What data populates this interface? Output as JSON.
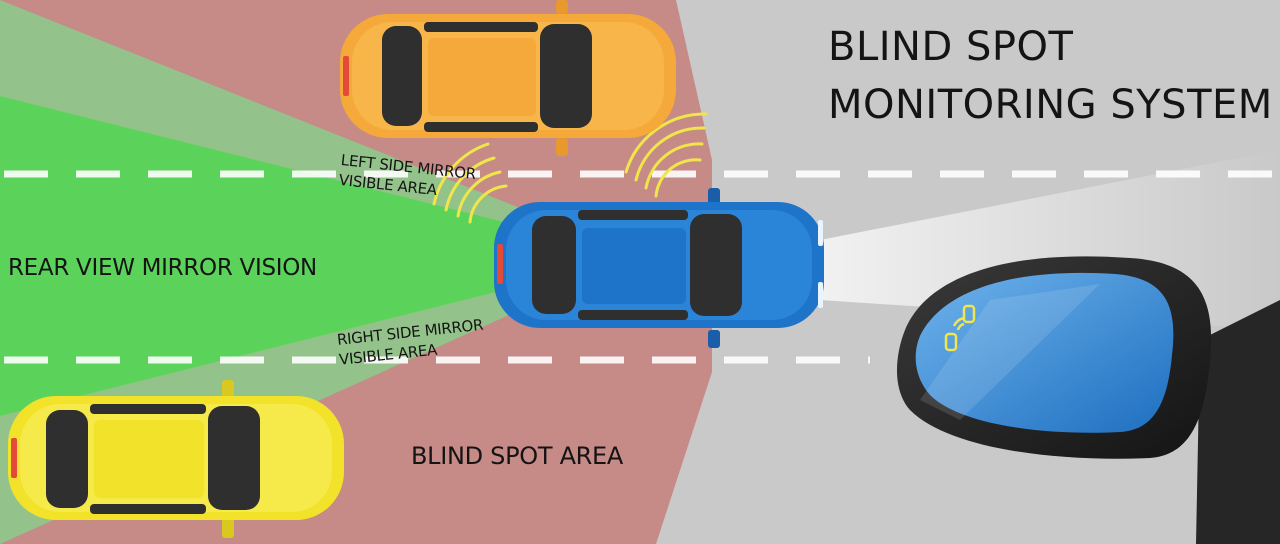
{
  "title": {
    "line1": "BLIND SPOT",
    "line2": "MONITORING SYSTEM"
  },
  "labels": {
    "rear_view": "REAR VIEW MIRROR VISION",
    "left_mirror_line1": "LEFT SIDE MIRROR",
    "left_mirror_line2": "VISIBLE AREA",
    "right_mirror_line1": "RIGHT SIDE MIRROR",
    "right_mirror_line2": "VISIBLE AREA",
    "blind_spot": "BLIND SPOT AREA"
  },
  "vehicles": [
    {
      "name": "orange-car",
      "color": "#f4a93a"
    },
    {
      "name": "blue-car",
      "color": "#1e74c8"
    },
    {
      "name": "yellow-car",
      "color": "#f2e22a"
    }
  ],
  "icons": [
    "side-mirror-icon",
    "blind-spot-warning-icon",
    "sensor-wave-icon"
  ],
  "colors": {
    "road": "#c9c9c9",
    "blind_spot_zone": "#c68a87",
    "rear_view_zone": "#5bd35b",
    "side_mirror_zone": "#93c38b",
    "sensor_waves": "#f0e64a",
    "mirror_glass": "#3d8fd6",
    "warning_icon": "#f2e64a"
  }
}
